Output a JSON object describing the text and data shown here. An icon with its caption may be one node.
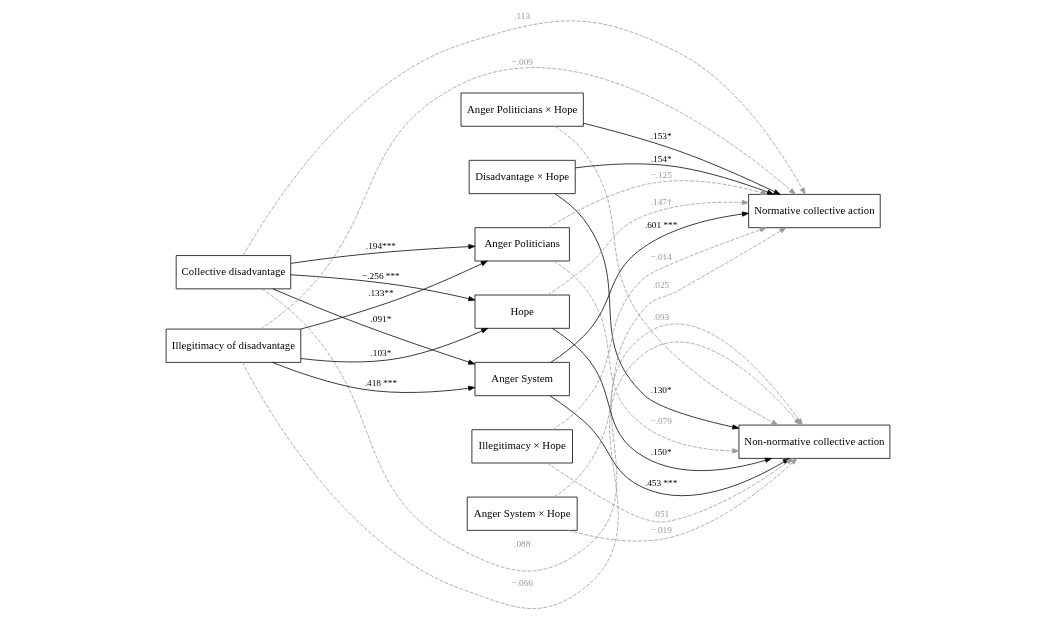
{
  "diagram": {
    "nodes": [
      {
        "text": [
          "Collective disadvantage"
        ]
      },
      {
        "text": [
          "Illegitimacy of disadvantage"
        ]
      },
      {
        "text": [
          "Anger Politicians × Hope"
        ]
      },
      {
        "text": [
          "Disadvantage × Hope"
        ]
      },
      {
        "text": [
          "Anger Politicians"
        ]
      },
      {
        "text": [
          "Hope"
        ]
      },
      {
        "text": [
          "Anger System"
        ]
      },
      {
        "text": [
          "Illegitimacy × Hope"
        ]
      },
      {
        "text": [
          "Anger System × Hope"
        ]
      },
      {
        "text": [
          "Normative collective action"
        ]
      },
      {
        "text": [
          "Non-normative collective action"
        ]
      }
    ],
    "edges": [
      {
        "from": 0,
        "to": 4,
        "arrow": "to",
        "label": ".194***"
      },
      {
        "from": 0,
        "to": 5,
        "arrow": "to",
        "label": "−.256 ***"
      },
      {
        "from": 0,
        "to": 6,
        "arrow": "to",
        "label": ".091*"
      },
      {
        "from": 1,
        "to": 4,
        "arrow": "to",
        "label": ".133**"
      },
      {
        "from": 1,
        "to": 5,
        "arrow": "to",
        "label": ".103*"
      },
      {
        "from": 1,
        "to": 6,
        "arrow": "to",
        "label": ".418 ***"
      },
      {
        "from": 2,
        "to": 9,
        "arrow": "to",
        "label": ".153*"
      },
      {
        "from": 2,
        "to": 10,
        "arrow": "to",
        "label": ".093",
        "style": "dashed",
        "color": "#999999"
      },
      {
        "from": 3,
        "to": 9,
        "arrow": "to",
        "label": ".154*"
      },
      {
        "from": 3,
        "to": 10,
        "arrow": "to",
        "label": ".130*"
      },
      {
        "from": 4,
        "to": 9,
        "arrow": "to",
        "label": "−.125",
        "style": "dashed",
        "color": "#999999"
      },
      {
        "from": 4,
        "to": 10,
        "arrow": "to",
        "label": "−.079",
        "style": "dashed",
        "color": "#999999"
      },
      {
        "from": 5,
        "to": 9,
        "arrow": "to",
        "label": ".147†",
        "style": "dashed",
        "color": "#999999"
      },
      {
        "from": 5,
        "to": 10,
        "arrow": "to",
        "label": ".150*"
      },
      {
        "from": 6,
        "to": 9,
        "arrow": "to",
        "label": ".601 ***"
      },
      {
        "from": 6,
        "to": 10,
        "arrow": "to",
        "label": ".453 ***"
      },
      {
        "from": 7,
        "to": 9,
        "arrow": "to",
        "label": "−.014",
        "style": "dashed",
        "color": "#999999"
      },
      {
        "from": 7,
        "to": 10,
        "arrow": "to",
        "label": ".051",
        "style": "dashed",
        "color": "#999999"
      },
      {
        "from": 8,
        "to": 9,
        "arrow": "to",
        "label": ".025",
        "style": "dashed",
        "color": "#999999"
      },
      {
        "from": 8,
        "to": 10,
        "arrow": "to",
        "label": "−.019",
        "style": "dashed",
        "color": "#999999"
      },
      {
        "from": 0,
        "to": 9,
        "arrow": "to",
        "label": ".113",
        "style": "dashed",
        "color": "#999999"
      },
      {
        "from": 0,
        "to": 10,
        "arrow": "to",
        "label": ".088",
        "style": "dashed",
        "color": "#999999"
      },
      {
        "from": 1,
        "to": 10,
        "arrow": "to",
        "label": "−.066",
        "style": "dashed",
        "color": "#999999"
      },
      {
        "from": 1,
        "to": 9,
        "arrow": "to",
        "label": "−.009",
        "style": "dashed",
        "color": "#999999"
      }
    ]
  }
}
